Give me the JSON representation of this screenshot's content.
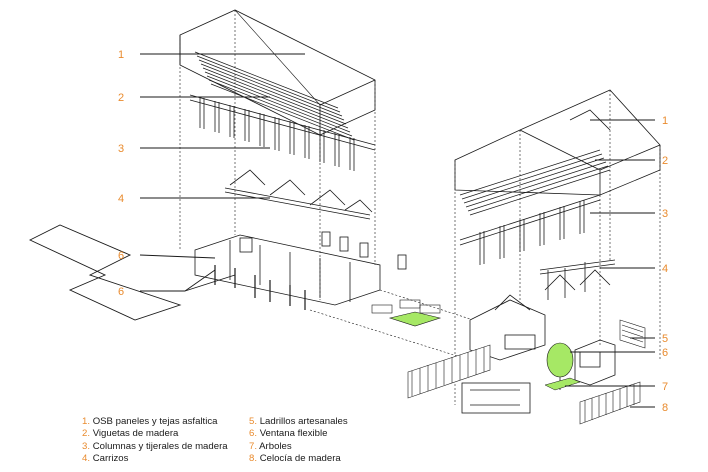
{
  "accent_color": "#e98b2e",
  "green_color": "#a6e865",
  "line_color": "#1a1a1a",
  "left_callouts": [
    "1",
    "2",
    "3",
    "4",
    "6",
    "6"
  ],
  "right_callouts": [
    "1",
    "2",
    "3",
    "4",
    "5",
    "6",
    "7",
    "8"
  ],
  "legend": {
    "col1": [
      {
        "num": "1.",
        "text": "OSB paneles y tejas asfaltica"
      },
      {
        "num": "2.",
        "text": "Viguetas de madera"
      },
      {
        "num": "3.",
        "text": "Columnas y tijerales de madera"
      },
      {
        "num": "4.",
        "text": "Carrizos"
      }
    ],
    "col2": [
      {
        "num": "5.",
        "text": "Ladrillos artesanales"
      },
      {
        "num": "6.",
        "text": "Ventana flexible"
      },
      {
        "num": "7.",
        "text": "Arboles"
      },
      {
        "num": "8.",
        "text": "Celocía de madera"
      }
    ]
  }
}
